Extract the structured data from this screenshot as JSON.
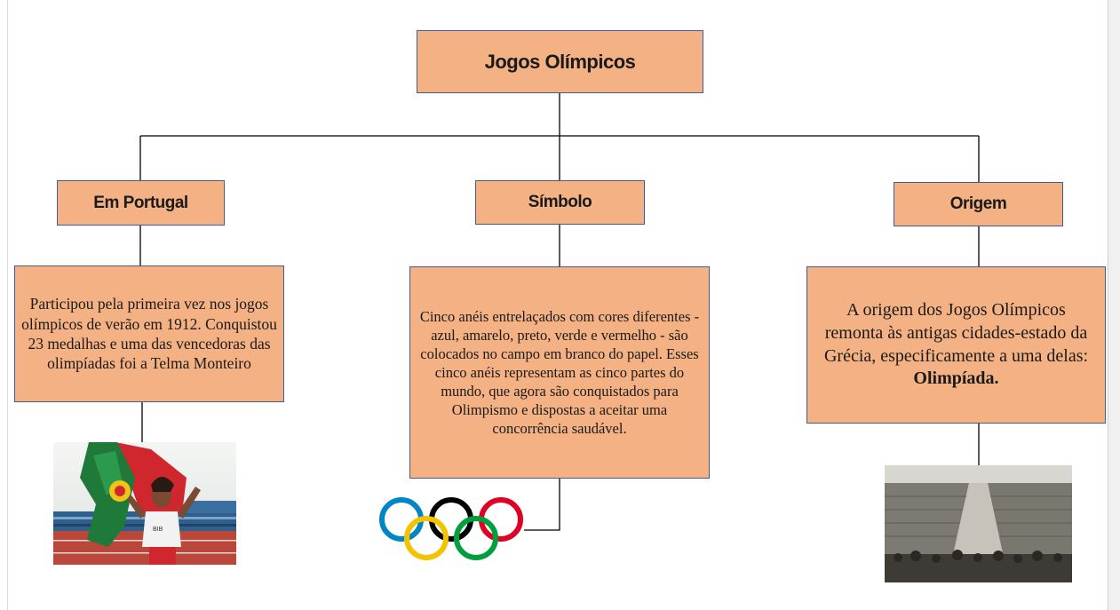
{
  "root": {
    "label": "Jogos Olímpicos"
  },
  "branches": {
    "portugal": {
      "label": "Em Portugal",
      "text": "Participou pela primeira vez nos jogos olímpicos de verão em 1912. Conquistou 23 medalhas e uma das vencedoras das olimpíadas foi a Telma Monteiro",
      "image": "athlete-with-portugal-flag-photo"
    },
    "simbolo": {
      "label": "Símbolo",
      "text": "Cinco anéis entrelaçados com cores diferentes - azul, amarelo, preto, verde e vermelho - são colocados no campo em branco do papel. Esses cinco anéis representam as cinco partes do mundo, que agora são conquistados para Olimpismo e dispostas a aceitar uma concorrência saudável.",
      "image": "olympic-rings-icon"
    },
    "origem": {
      "label": "Origem",
      "text_prefix": "A origem dos Jogos Olímpicos remonta às antigas cidades-estado da Grécia, especificamente a uma delas: ",
      "text_bold": "Olimpíada.",
      "image": "ancient-stadium-photo"
    }
  },
  "colors": {
    "box_fill": "#f4b183",
    "box_border": "#3f5d9c",
    "connector": "#000000",
    "ring_blue": "#0085c7",
    "ring_yellow": "#f4c300",
    "ring_black": "#000000",
    "ring_green": "#009f3d",
    "ring_red": "#df0024"
  }
}
